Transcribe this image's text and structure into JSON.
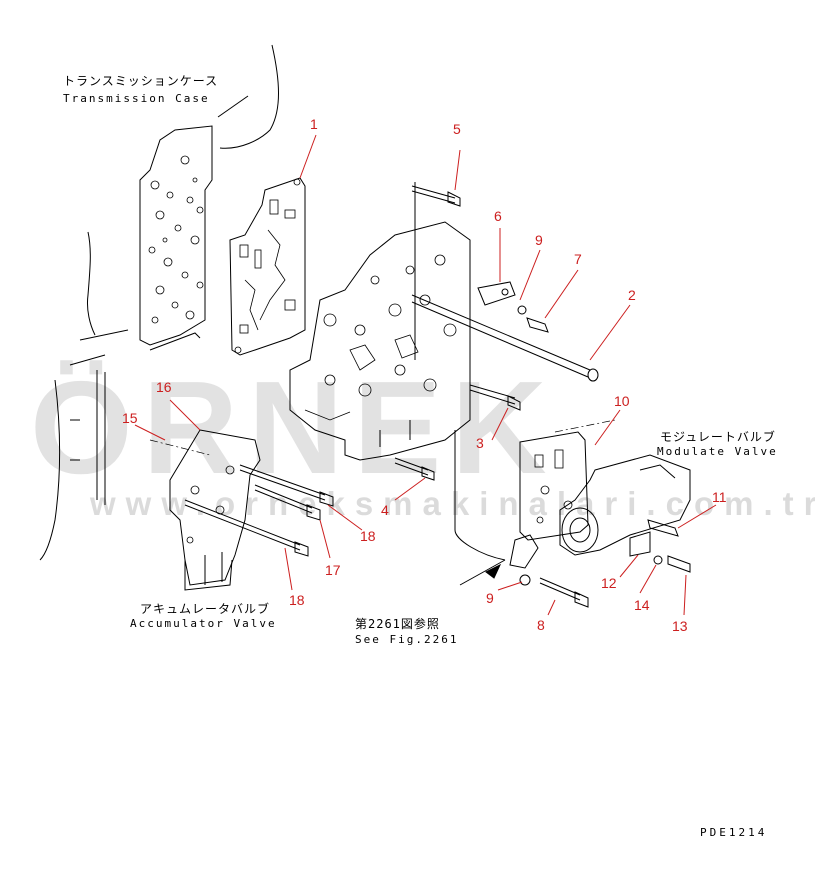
{
  "colors": {
    "line": "#000000",
    "callout": "#cc1f1f",
    "watermark": "#9a9a9a"
  },
  "labels": {
    "transmission_jp": "トランスミッションケース",
    "transmission_en": "Transmission Case",
    "modulate_jp": "モジュレートバルブ",
    "modulate_en": "Modulate Valve",
    "accumulator_jp": "アキュムレータバルブ",
    "accumulator_en": "Accumulator Valve",
    "fig_jp": "第2261図参照",
    "fig_en": "See Fig.2261",
    "drawing_code": "PDE1214"
  },
  "watermark": {
    "brand": "ÖRNEK",
    "site": "www.orneksmakinalari.com.tr"
  },
  "callouts": {
    "c1": "1",
    "c2": "2",
    "c3": "3",
    "c4": "4",
    "c5": "5",
    "c6": "6",
    "c7": "7",
    "c8": "8",
    "c9a": "9",
    "c9b": "9",
    "c10": "10",
    "c11": "11",
    "c12": "12",
    "c13": "13",
    "c14": "14",
    "c15": "15",
    "c16": "16",
    "c17": "17",
    "c18a": "18",
    "c18b": "18"
  }
}
